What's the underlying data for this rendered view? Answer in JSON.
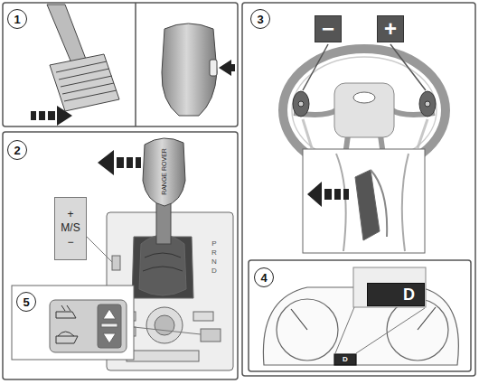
{
  "diagram": {
    "nodes": [
      {
        "text": [
          "1"
        ]
      },
      {
        "text": [
          "3"
        ]
      },
      {
        "text": [
          "−"
        ]
      },
      {
        "text": [
          "+"
        ]
      },
      {
        "text": [
          "2"
        ]
      },
      {
        "text": [
          "+",
          "M/S",
          "−"
        ]
      },
      {
        "text": [
          "4"
        ]
      },
      {
        "text": [
          "D"
        ]
      },
      {
        "text": [
          "5"
        ]
      }
    ],
    "labels": [
      "RANGE ROVER",
      "P",
      "R",
      "N",
      "D",
      "D"
    ]
  }
}
